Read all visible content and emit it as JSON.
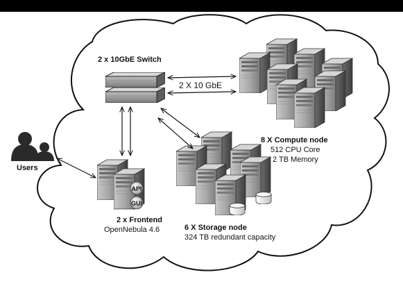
{
  "labels": {
    "switch_title": "2 x 10GbE Switch",
    "link_speed": "2 X 10 GbE",
    "users": "Users",
    "compute_title": "8 X Compute node",
    "compute_cpu": "512 CPU Core",
    "compute_mem": "2 TB Memory",
    "frontend_title": "2 x Frontend",
    "frontend_sub": "OpenNebula 4.6",
    "storage_title": "6 X Storage node",
    "storage_sub": "324 TB redundant capacity",
    "api_badge": "API",
    "gui_badge": "GUI"
  },
  "icons": {
    "switch": "network-switch-icon",
    "server": "server-tower-icon",
    "disk": "disk-drum-icon",
    "users": "users-silhouette-icon"
  },
  "colors": {
    "background": "#ffffff",
    "top_bar": "#000000",
    "cloud_stroke": "#111111",
    "server_body": "#9a9a9a",
    "server_dark": "#4a4a4a"
  }
}
